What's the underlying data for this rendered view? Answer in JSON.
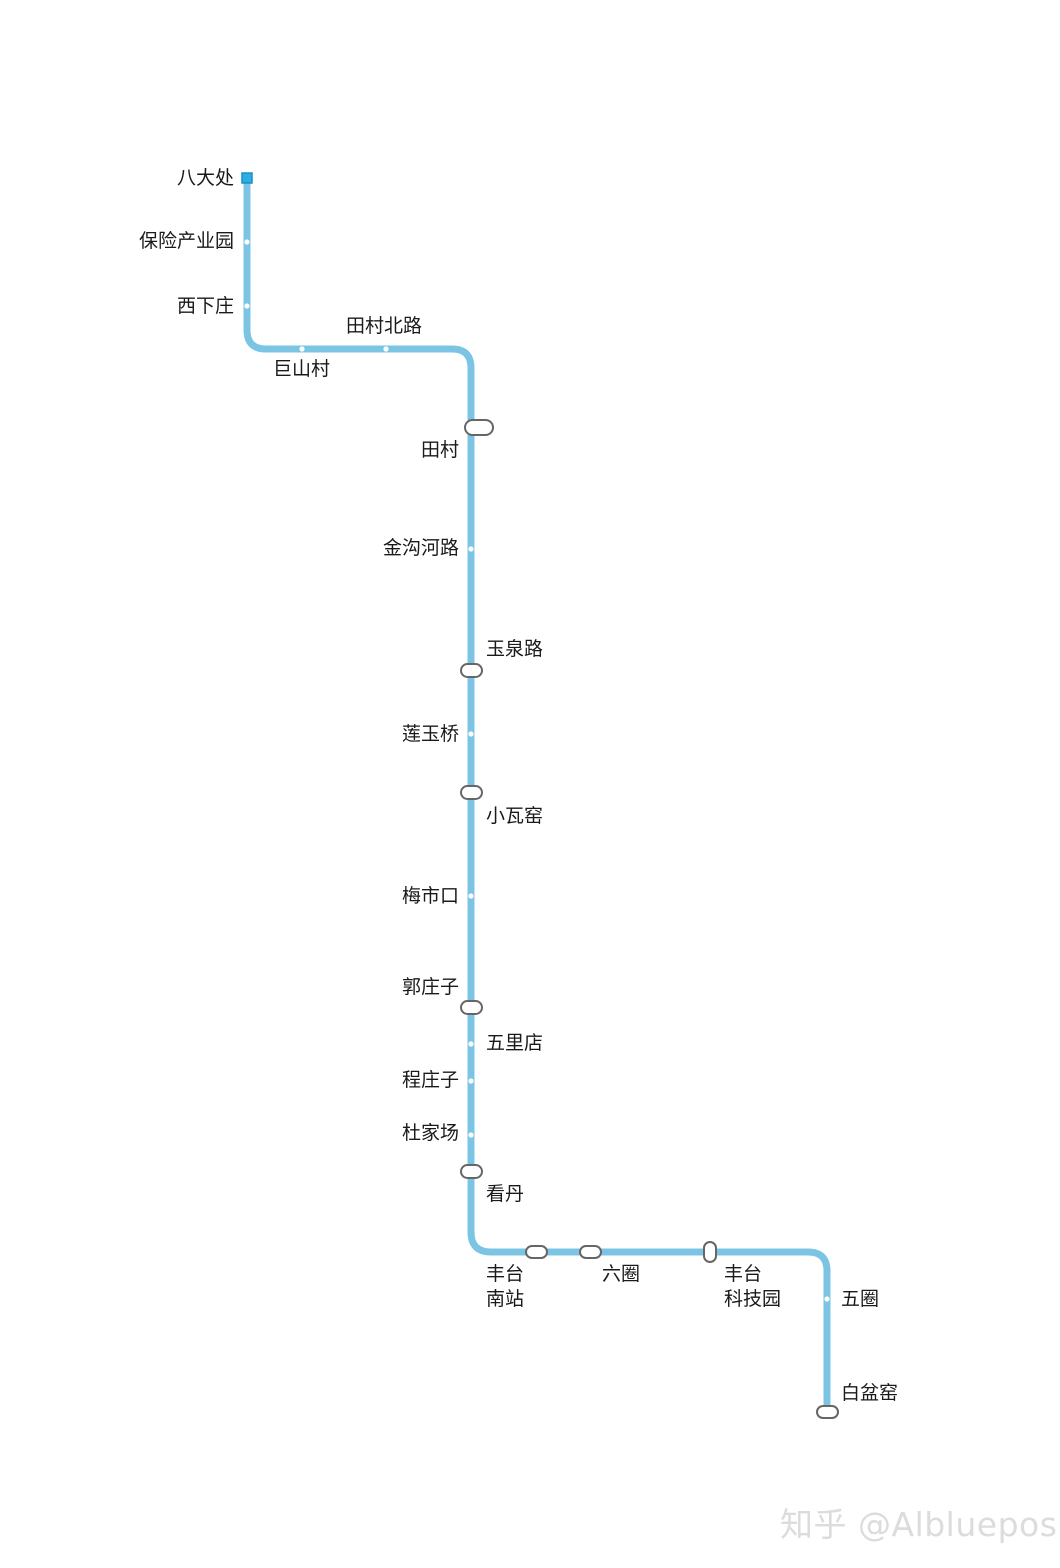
{
  "line": {
    "color": "#7cc4e4",
    "terminal_color": "#29aee6"
  },
  "stations": {
    "badachu": "八大处",
    "baoxian": "保险产业园",
    "xixiazhuang": "西下庄",
    "tiancunbeilu": "田村北路",
    "jushancun": "巨山村",
    "tiancun": "田村",
    "jingouhelu": "金沟河路",
    "yuquanlu": "玉泉路",
    "lianyuqiao": "莲玉桥",
    "xiaowayao": "小瓦窑",
    "meishikou": "梅市口",
    "guozhuangzi": "郭庄子",
    "wulidian": "五里店",
    "chengzhuangzi": "程庄子",
    "dujiachang": "杜家场",
    "kandan": "看丹",
    "fengtainanzhan_1": "丰台",
    "fengtainanzhan_2": "南站",
    "liuquan": "六圈",
    "fengtaikejiyuan_1": "丰台",
    "fengtaikejiyuan_2": "科技园",
    "wuquan": "五圈",
    "baipenyao": "白盆窑"
  },
  "watermark": "知乎 @Albluepos"
}
